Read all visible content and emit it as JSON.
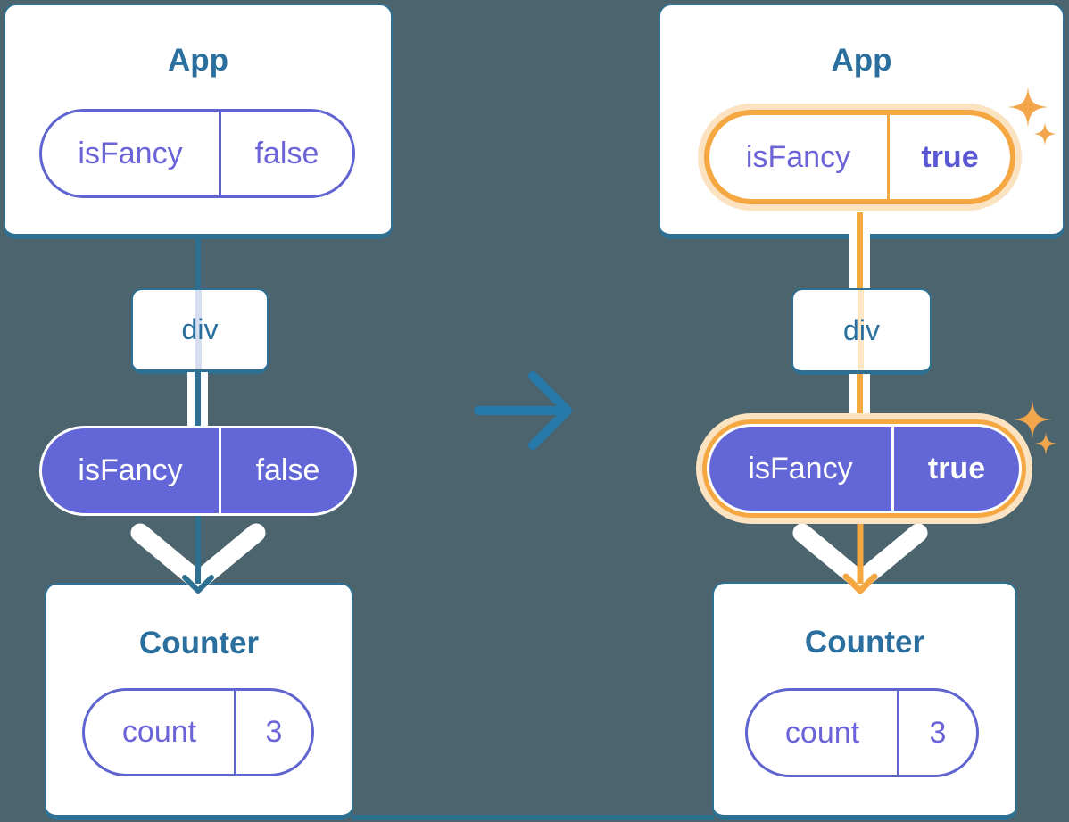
{
  "colors": {
    "background": "#4c646e",
    "teal_border": "#2e7092",
    "teal_text": "#2a6f9e",
    "transition_arrow": "#2579ab",
    "purple_fill": "#6366d6",
    "purple_border": "#6064cf",
    "purple_text": "#6b64d8",
    "highlight_orange": "#f5a742",
    "highlight_peach": "#fbe3c2",
    "thread_lavender": "#d6def2",
    "thread_peach": "#fce6c3",
    "white": "#ffffff"
  },
  "icons": {
    "transition_arrow": "right-arrow",
    "sparkle": "four-point-star",
    "pass_down_arrow": "down-chevron-arrow"
  },
  "panels": {
    "before": {
      "app": {
        "title": "App",
        "state": {
          "key": "isFancy",
          "value": "false"
        }
      },
      "child": {
        "label": "div"
      },
      "prop": {
        "key": "isFancy",
        "value": "false"
      },
      "counter": {
        "title": "Counter",
        "state": {
          "key": "count",
          "value": "3"
        }
      }
    },
    "after": {
      "app": {
        "title": "App",
        "state": {
          "key": "isFancy",
          "value": "true"
        }
      },
      "child": {
        "label": "div"
      },
      "prop": {
        "key": "isFancy",
        "value": "true"
      },
      "counter": {
        "title": "Counter",
        "state": {
          "key": "count",
          "value": "3"
        }
      }
    }
  }
}
